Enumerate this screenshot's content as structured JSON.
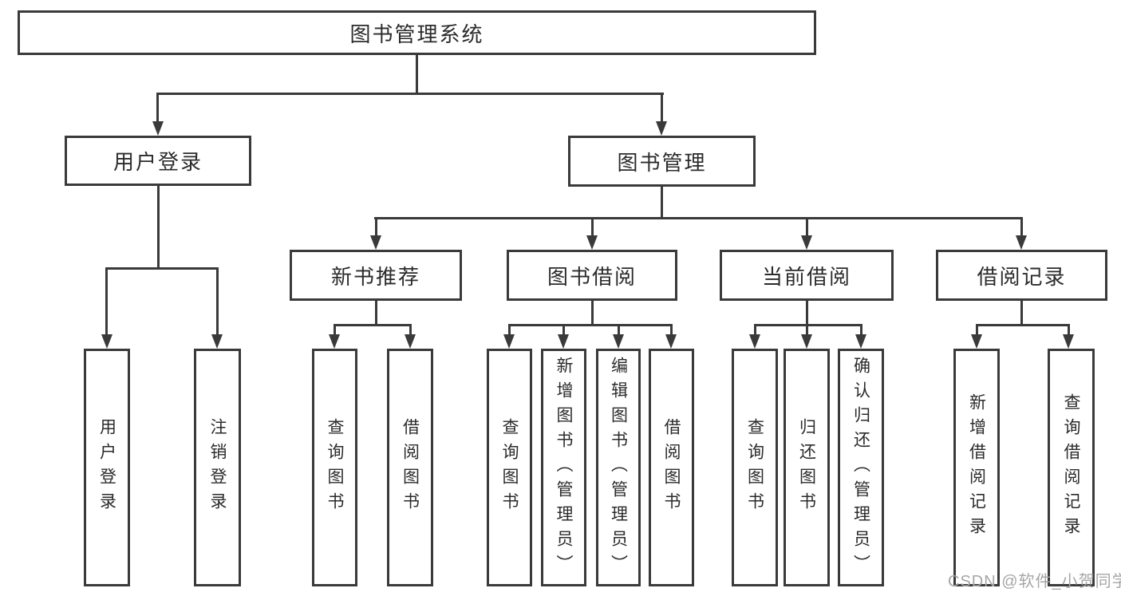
{
  "diagram_title": "图书管理系统",
  "colors": {
    "line": "#3a3a3a",
    "text": "#2b2b2b",
    "watermark": "#a6a6a6",
    "background": "#ffffff"
  },
  "tree": {
    "root": {
      "label": "图书管理系统"
    },
    "children": [
      {
        "label": "用户登录",
        "children": [
          {
            "label": "用户登录"
          },
          {
            "label": "注销登录"
          }
        ]
      },
      {
        "label": "图书管理",
        "children": [
          {
            "label": "新书推荐",
            "children": [
              {
                "label": "查询图书"
              },
              {
                "label": "借阅图书"
              }
            ]
          },
          {
            "label": "图书借阅",
            "children": [
              {
                "label": "查询图书"
              },
              {
                "label": "新增图书（管理员）"
              },
              {
                "label": "编辑图书（管理员）"
              },
              {
                "label": "借阅图书"
              }
            ]
          },
          {
            "label": "当前借阅",
            "children": [
              {
                "label": "查询图书"
              },
              {
                "label": "归还图书"
              },
              {
                "label": "确认归还（管理员）"
              }
            ]
          },
          {
            "label": "借阅记录",
            "children": [
              {
                "label": "新增借阅记录"
              },
              {
                "label": "查询借阅记录"
              }
            ]
          }
        ]
      }
    ]
  },
  "watermark": {
    "text": "CSDN @软件_小贺同学"
  }
}
